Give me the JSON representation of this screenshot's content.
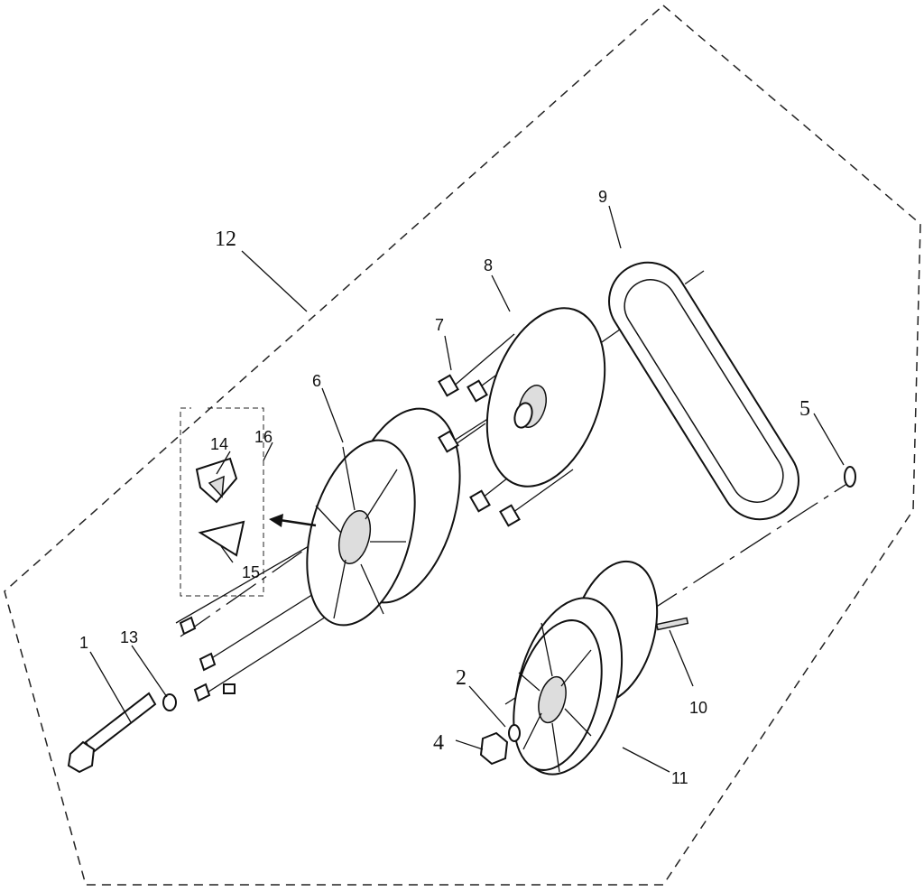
{
  "diagram": {
    "title": "Exploded view - CVT / clutch drive assembly",
    "callouts": [
      {
        "id": "1",
        "label": "1"
      },
      {
        "id": "2",
        "label": "2"
      },
      {
        "id": "4",
        "label": "4"
      },
      {
        "id": "5",
        "label": "5"
      },
      {
        "id": "6",
        "label": "6"
      },
      {
        "id": "7",
        "label": "7"
      },
      {
        "id": "8",
        "label": "8"
      },
      {
        "id": "9",
        "label": "9"
      },
      {
        "id": "10",
        "label": "10"
      },
      {
        "id": "11",
        "label": "11"
      },
      {
        "id": "12",
        "label": "12"
      },
      {
        "id": "13",
        "label": "13"
      },
      {
        "id": "14",
        "label": "14"
      },
      {
        "id": "15",
        "label": "15"
      },
      {
        "id": "16",
        "label": "16"
      }
    ]
  }
}
